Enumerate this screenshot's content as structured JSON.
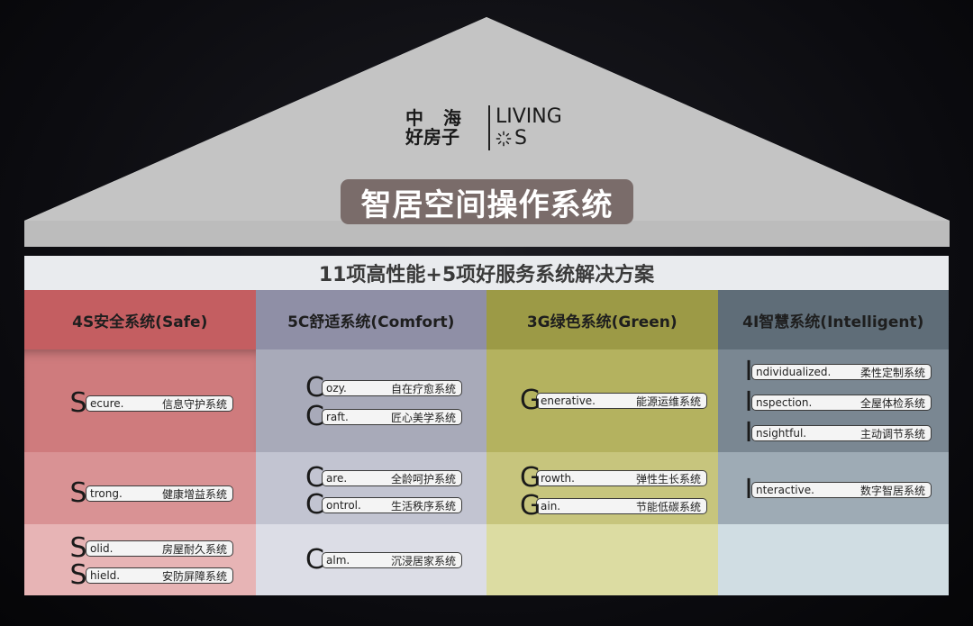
{
  "logo": {
    "cn_line1": "中海",
    "cn_line2": "好房子",
    "en_line1": "LIVING",
    "en_line2": "S"
  },
  "title": "智居空间操作系统",
  "subtitle": "11项高性能+5项好服务系统解决方案",
  "columns": [
    {
      "header": "4S安全系统(Safe)",
      "rows": [
        [
          {
            "letter": "S",
            "word": "ecure.",
            "desc": "信息守护系统"
          }
        ],
        [
          {
            "letter": "S",
            "word": "trong.",
            "desc": "健康增益系统"
          }
        ],
        [
          {
            "letter": "S",
            "word": "olid.",
            "desc": "房屋耐久系统"
          },
          {
            "letter": "S",
            "word": "hield.",
            "desc": "安防屏障系统"
          }
        ]
      ]
    },
    {
      "header": "5C舒适系统(Comfort)",
      "rows": [
        [
          {
            "letter": "C",
            "word": "ozy.",
            "desc": "自在疗愈系统"
          },
          {
            "letter": "C",
            "word": "raft.",
            "desc": "匠心美学系统"
          }
        ],
        [
          {
            "letter": "C",
            "word": "are.",
            "desc": "全龄呵护系统"
          },
          {
            "letter": "C",
            "word": "ontrol.",
            "desc": "生活秩序系统"
          }
        ],
        [
          {
            "letter": "C",
            "word": "alm.",
            "desc": "沉浸居家系统"
          }
        ]
      ]
    },
    {
      "header": "3G绿色系统(Green)",
      "rows": [
        [
          {
            "letter": "G",
            "word": "enerative.",
            "desc": "能源运维系统"
          }
        ],
        [
          {
            "letter": "G",
            "word": "rowth.",
            "desc": "弹性生长系统"
          },
          {
            "letter": "G",
            "word": "ain.",
            "desc": "节能低碳系统"
          }
        ],
        []
      ]
    },
    {
      "header": "4I智慧系统(Intelligent)",
      "rows": [
        [
          {
            "letter": "I",
            "word": "ndividualized.",
            "desc": "柔性定制系统"
          },
          {
            "letter": "I",
            "word": "nspection.",
            "desc": "全屋体检系统"
          },
          {
            "letter": "I",
            "word": "nsightful.",
            "desc": "主动调节系统"
          }
        ],
        [
          {
            "letter": "I",
            "word": "nteractive.",
            "desc": "数字智居系统"
          }
        ],
        []
      ]
    }
  ]
}
